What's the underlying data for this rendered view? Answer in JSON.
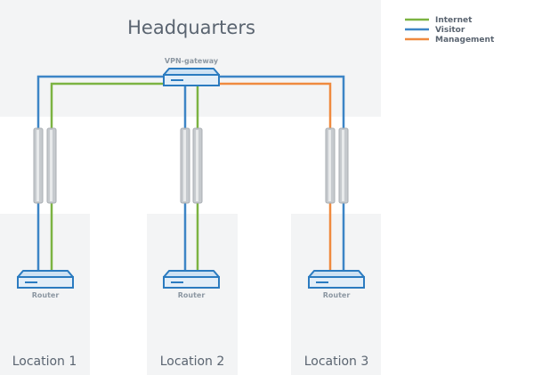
{
  "headquarters": {
    "title": "Headquarters"
  },
  "gateway": {
    "label": "VPN-gateway"
  },
  "locations": [
    {
      "name": "Location 1",
      "router_label": "Router"
    },
    {
      "name": "Location 2",
      "router_label": "Router"
    },
    {
      "name": "Location 3",
      "router_label": "Router"
    }
  ],
  "legend": [
    {
      "label": "Internet",
      "color": "#7cb342"
    },
    {
      "label": "Visitor",
      "color": "#3d85c6"
    },
    {
      "label": "Management",
      "color": "#ef8a3f"
    }
  ],
  "colors": {
    "panel": "#f3f4f5",
    "device_stroke": "#2b7bc0",
    "device_fill": "#e3eef8",
    "tunnel": "#b7bcc1"
  }
}
